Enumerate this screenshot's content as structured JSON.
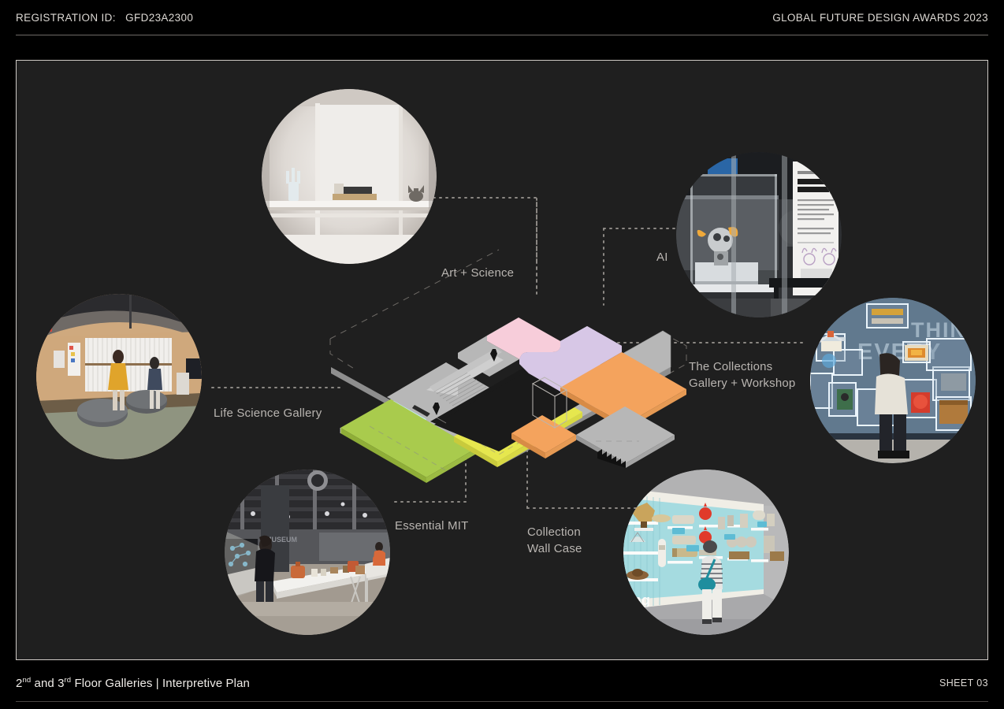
{
  "header": {
    "registration_label": "REGISTRATION ID:",
    "registration_id": "GFD23A2300",
    "awards_title": "GLOBAL FUTURE DESIGN AWARDS 2023"
  },
  "footer": {
    "title_prefix": "2",
    "title_sup1": "nd",
    "title_mid": " and 3",
    "title_sup2": "rd",
    "title_suffix": " Floor Galleries | Interpretive Plan",
    "title_full": "2nd and 3rd Floor Galleries | Interpretive Plan",
    "sheet": "SHEET 03"
  },
  "callouts": [
    {
      "id": "art-science",
      "label": "Art + Science"
    },
    {
      "id": "ai",
      "label": "AI"
    },
    {
      "id": "life-science",
      "label": "Life Science Gallery"
    },
    {
      "id": "collections",
      "label": "The Collections\nGallery + Workshop"
    },
    {
      "id": "essential-mit",
      "label": "Essential MIT"
    },
    {
      "id": "collection-wall",
      "label": "Collection\nWall Case"
    }
  ],
  "photos": [
    {
      "id": "art-science-photo",
      "alt": "White gallery vitrine with objects on shelf"
    },
    {
      "id": "ai-photo",
      "alt": "Robot in vitrine beside The First Social Robot panel"
    },
    {
      "id": "life-science-photo",
      "alt": "Two visitors viewing a curved white wall display"
    },
    {
      "id": "collections-photo",
      "alt": "Visitor at blue wall of illuminated display cases"
    },
    {
      "id": "essential-mit-photo",
      "alt": "Visitor at long white object table under exposed ceiling"
    },
    {
      "id": "collection-wall-photo",
      "alt": "Visitor at light blue wall case with objects on shelves"
    }
  ],
  "plan": {
    "title": "Isometric interpretive floor plan",
    "zones": [
      {
        "name": "Art + Science",
        "color": "#f7cdda"
      },
      {
        "name": "AI",
        "color": "#d7c7e6"
      },
      {
        "name": "The Collections Gallery",
        "color": "#f4a35d"
      },
      {
        "name": "Life Science Gallery",
        "color": "#a9cb4d"
      },
      {
        "name": "Collection Wall Case",
        "color": "#e6e74e"
      },
      {
        "name": "Essential MIT",
        "color": "#c2f1ef"
      },
      {
        "name": "Circulation / Core",
        "color": "#b7b7b7"
      }
    ]
  },
  "theme": {
    "page_background": "#000000",
    "board_background": "#1f1f1f",
    "frame_border": "#cfcbc6",
    "text_primary": "#e8e6e3",
    "text_muted": "#b9b5b1",
    "leader_line": "#8c8884"
  }
}
